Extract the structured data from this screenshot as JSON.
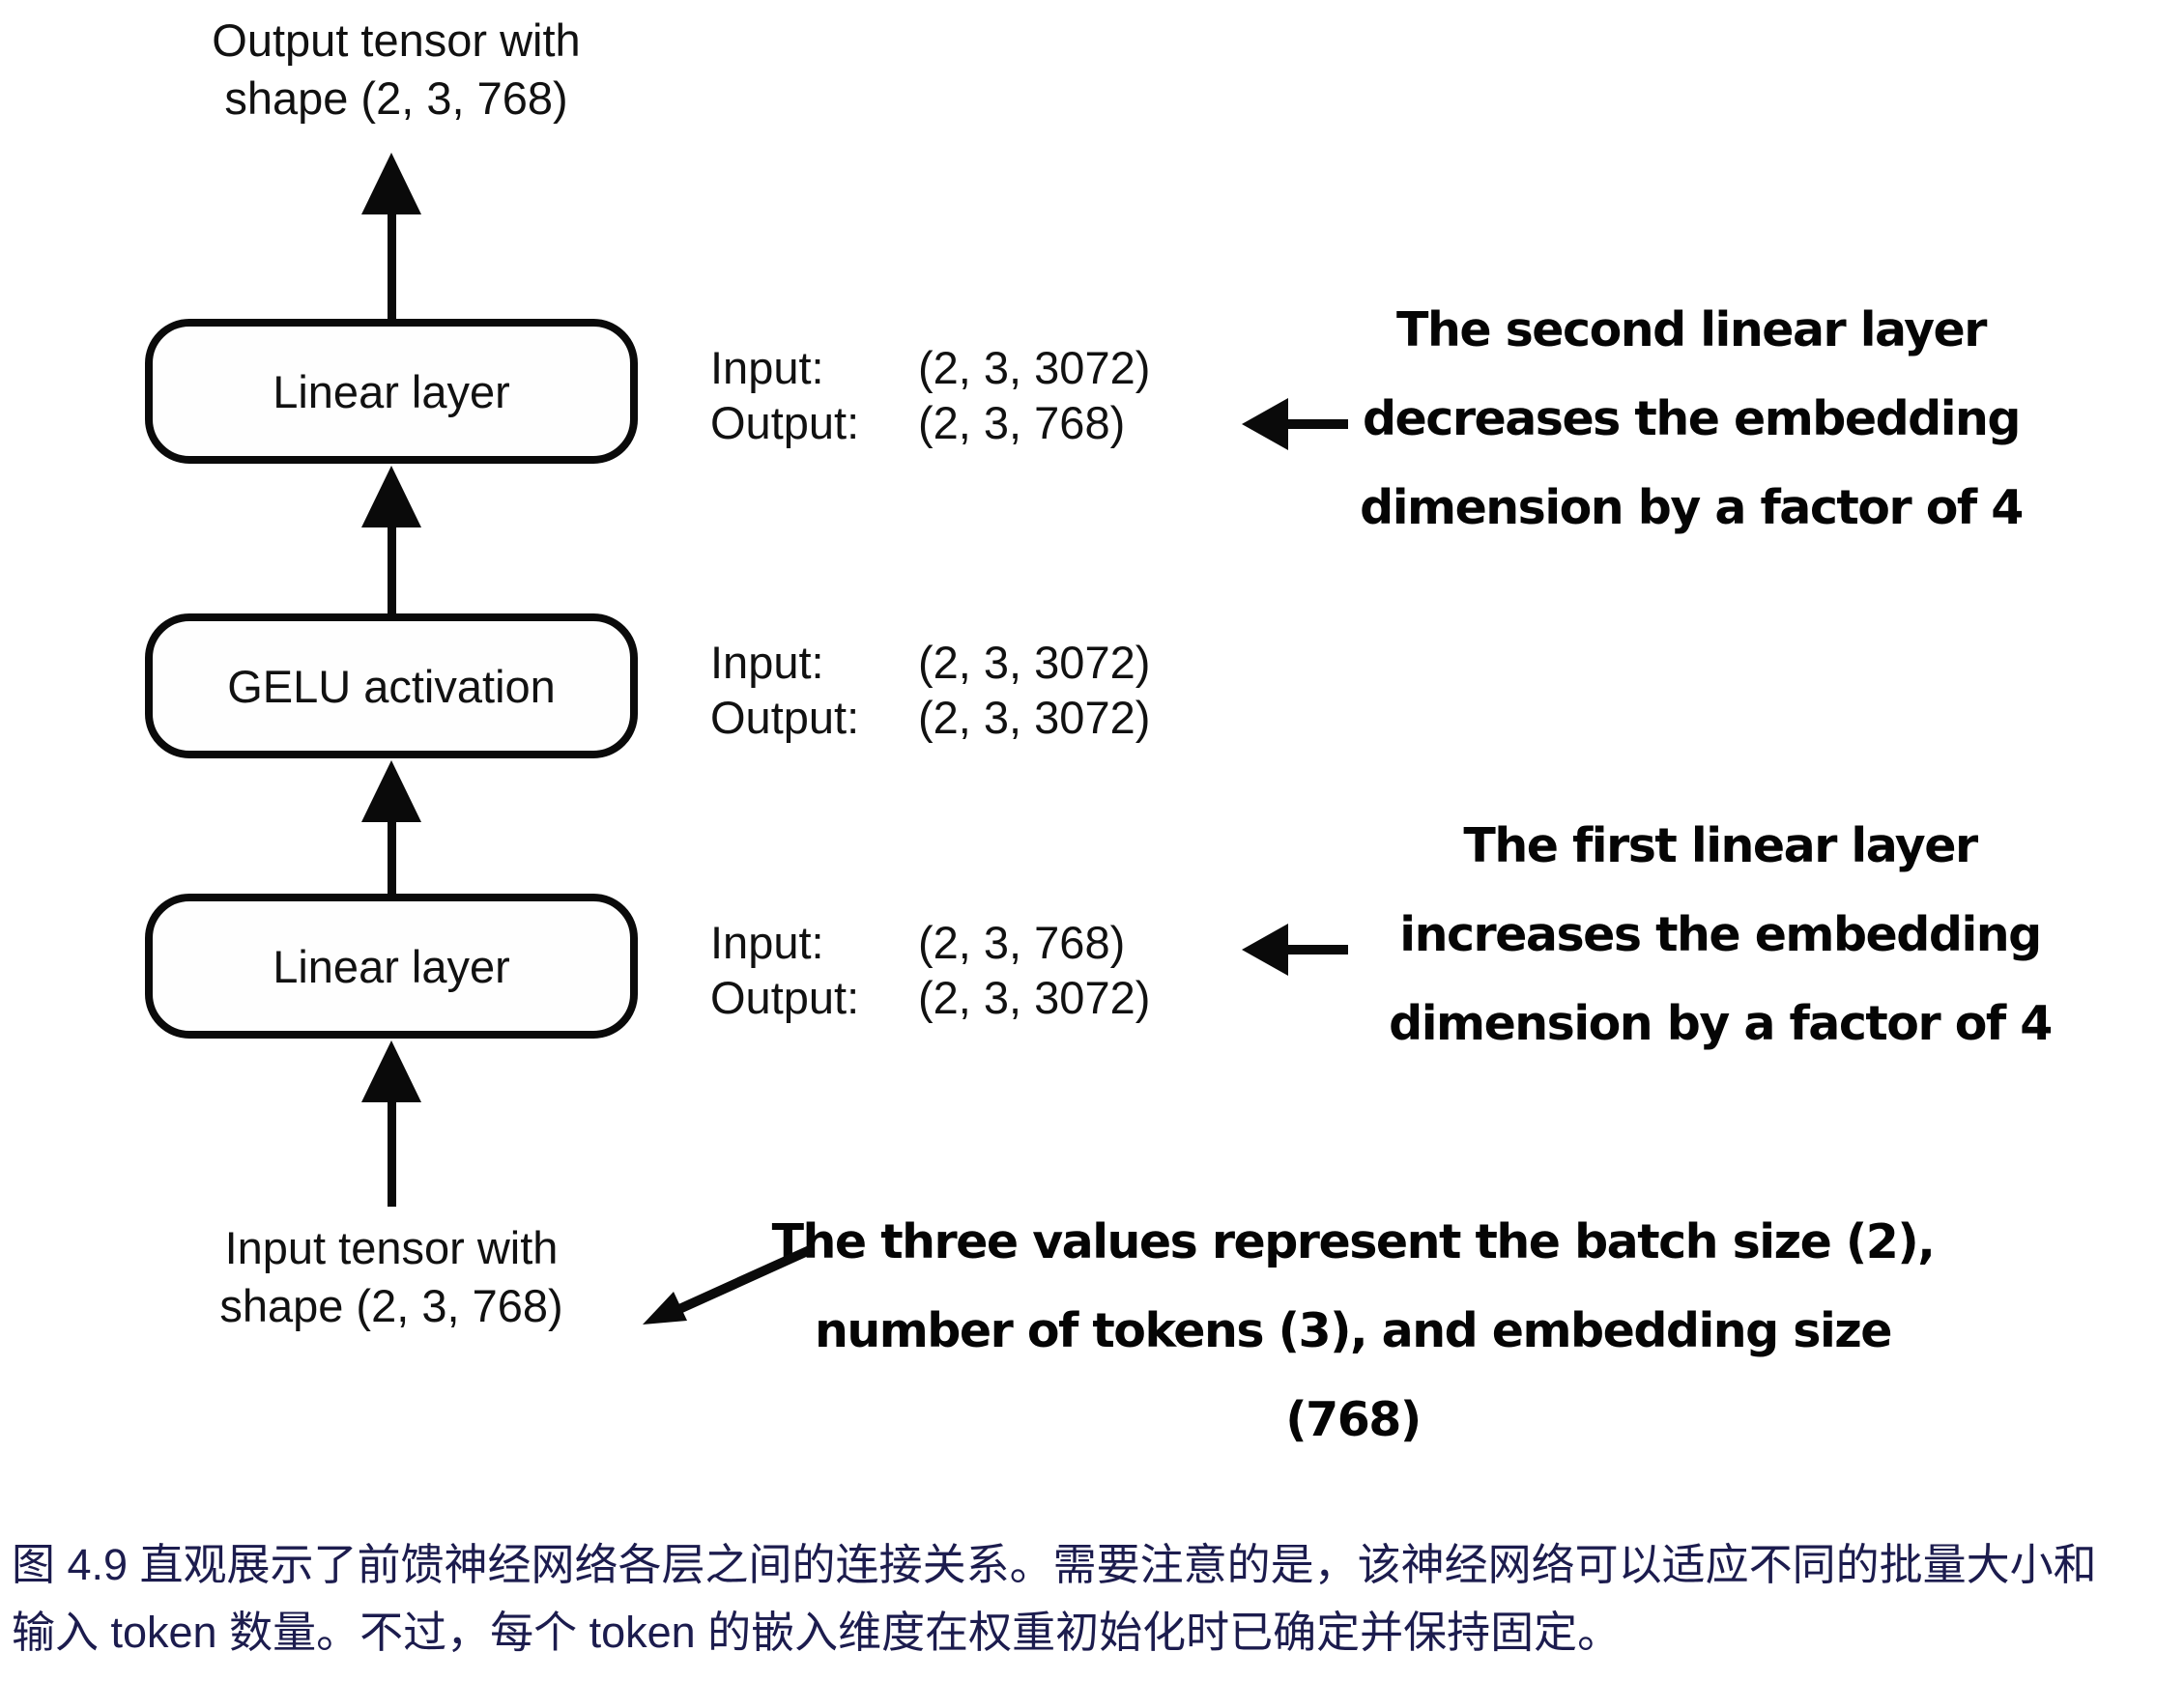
{
  "colors": {
    "ink": "#0a0a0a",
    "caption_text": "#1c1c4e",
    "background": "#ffffff"
  },
  "diagram": {
    "output_tensor_label": [
      "Output tensor with",
      "shape (2, 3, 768)"
    ],
    "input_tensor_label": [
      "Input tensor with",
      "shape (2, 3, 768)"
    ],
    "layers": [
      {
        "name": "Linear layer",
        "input_label": "Input:",
        "input_shape": "(2, 3, 3072)",
        "output_label": "Output:",
        "output_shape": "(2, 3, 768)"
      },
      {
        "name": "GELU activation",
        "input_label": "Input:",
        "input_shape": "(2, 3, 3072)",
        "output_label": "Output:",
        "output_shape": "(2, 3, 3072)"
      },
      {
        "name": "Linear layer",
        "input_label": "Input:",
        "input_shape": "(2, 3, 768)",
        "output_label": "Output:",
        "output_shape": "(2, 3, 3072)"
      }
    ],
    "annotations": {
      "second_linear_layer": [
        "The second linear layer",
        "decreases the embedding",
        "dimension by a factor of 4"
      ],
      "first_linear_layer": [
        "The first linear layer",
        "increases the embedding",
        "dimension by a factor of 4"
      ],
      "batch_explanation": [
        "The three values represent the batch size (2),",
        "number of tokens (3), and embedding size",
        "(768)"
      ]
    },
    "icons": {
      "up_arrow": "solid black upward arrow connecting layers",
      "left_arrow": "solid black left-pointing arrow from annotation to shapes",
      "diagonal_arrow": "solid black down-left arrow from annotation to input tensor label"
    }
  },
  "caption": {
    "lines": [
      "图 4.9 直观展示了前馈神经网络各层之间的连接关系。需要注意的是，该神经网络可以适应不同的批量大小和",
      "输入 token 数量。不过，每个 token 的嵌入维度在权重初始化时已确定并保持固定。"
    ]
  }
}
